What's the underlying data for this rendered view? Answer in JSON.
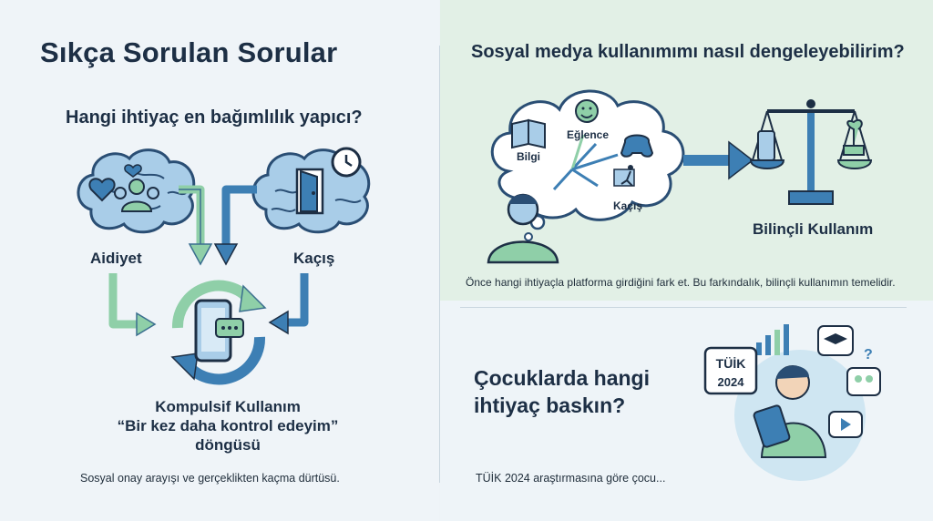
{
  "left": {
    "title": "Sıkça Sorulan Sorular",
    "question": "Hangi ihtiyaç en bağımlılık yapıcı?",
    "label_left": "Aidiyet",
    "label_right": "Kaçış",
    "cycle_lines": [
      "Kompulsif Kullanım",
      "“Bir kez daha kontrol edeyim”",
      "döngüsü"
    ],
    "caption": "Sosyal onay arayışı ve gerçeklikten kaçma dürtüsü."
  },
  "right_top": {
    "question": "Sosyal medya kullanımımı nasıl dengeleyebilirim?",
    "bubble_labels": {
      "bilgi": "Bilgi",
      "eglence": "Eğlence",
      "kacis": "Kaçış"
    },
    "result_label": "Bilinçli Kullanım",
    "caption": "Önce hangi ihtiyaçla platforma girdiğini fark et. Bu farkındalık, bilinçli kullanımın temelidir."
  },
  "right_bottom": {
    "question": "Çocuklarda hangi ihtiyaç baskın?",
    "badge_logo": "TÜİK",
    "badge_year": "2024",
    "caption": "TÜİK 2024 araştırmasına göre çocu..."
  },
  "colors": {
    "navy": "#1d2f45",
    "blue": "#3d7fb4",
    "green": "#8fcfa8",
    "light_blue": "#a9cde8"
  },
  "icons": [
    "heart-icon",
    "people-icon",
    "door-icon",
    "clock-icon",
    "phone-icon",
    "chat-icon",
    "book-icon",
    "smiley-icon",
    "gamepad-icon",
    "running-person-icon",
    "balance-scale-icon",
    "plant-icon",
    "person-icon",
    "graduation-cap-icon",
    "play-icon",
    "chart-icon"
  ]
}
